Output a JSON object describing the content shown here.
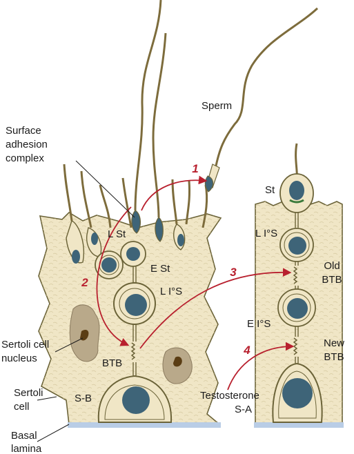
{
  "labels": {
    "sperm": "Sperm",
    "surface_adhesion_1": "Surface",
    "surface_adhesion_2": "adhesion",
    "surface_adhesion_3": "complex",
    "l_st": "L St",
    "e_st": "E St",
    "l_1s_left": "L I°S",
    "btb_left": "BTB",
    "sertoli_nucleus_1": "Sertoli cell",
    "sertoli_nucleus_2": "nucleus",
    "s_b": "S-B",
    "sertoli_cell_1": "Sertoli",
    "sertoli_cell_2": "cell",
    "basal_lamina_1": "Basal",
    "basal_lamina_2": "lamina",
    "st_right": "St",
    "l_1s_right": "L I°S",
    "old_btb_1": "Old",
    "old_btb_2": "BTB",
    "e_1s": "E I°S",
    "new_btb_1": "New",
    "new_btb_2": "BTB",
    "testosterone": "Testosterone",
    "s_a": "S-A"
  },
  "steps": {
    "one": "1",
    "two": "2",
    "three": "3",
    "four": "4"
  },
  "colors": {
    "cytoplasm": "#f0e6c6",
    "outline": "#6b6338",
    "nucleus": "#3e6478",
    "arrow": "#b8202e",
    "lamina": "#b9cde6",
    "sertoli_nucleus": "#b9a98a",
    "chromatin": "#5a3d14"
  }
}
